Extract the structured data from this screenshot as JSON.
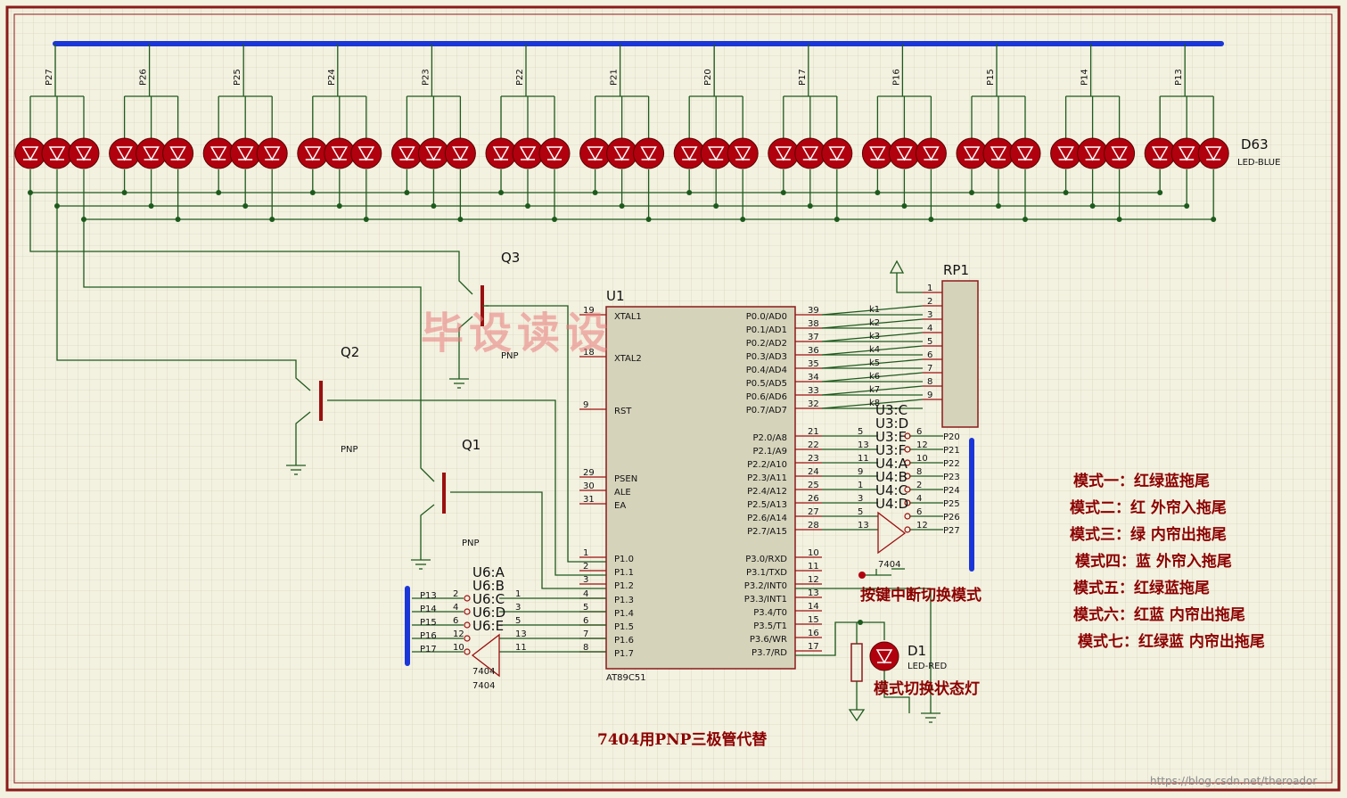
{
  "led_rows": {
    "pin_labels": [
      "P27",
      "P26",
      "P25",
      "P24",
      "P23",
      "P22",
      "P21",
      "P20",
      "P17",
      "P16",
      "P15",
      "P14",
      "P13"
    ],
    "trailing_label": "D63",
    "trailing_sub": "LED-BLUE"
  },
  "transistors": [
    {
      "ref": "Q3",
      "type": "PNP"
    },
    {
      "ref": "Q2",
      "type": "PNP"
    },
    {
      "ref": "Q1",
      "type": "PNP"
    }
  ],
  "mcu": {
    "ref": "U1",
    "part": "AT89C51",
    "left_pins": [
      {
        "num": "19",
        "name": "XTAL1"
      },
      {
        "num": "18",
        "name": "XTAL2"
      },
      {
        "num": "9",
        "name": "RST"
      },
      {
        "num": "29",
        "name": "PSEN"
      },
      {
        "num": "30",
        "name": "ALE"
      },
      {
        "num": "31",
        "name": "EA"
      },
      {
        "num": "1",
        "name": "P1.0"
      },
      {
        "num": "2",
        "name": "P1.1"
      },
      {
        "num": "3",
        "name": "P1.2"
      },
      {
        "num": "4",
        "name": "P1.3"
      },
      {
        "num": "5",
        "name": "P1.4"
      },
      {
        "num": "6",
        "name": "P1.5"
      },
      {
        "num": "7",
        "name": "P1.6"
      },
      {
        "num": "8",
        "name": "P1.7"
      }
    ],
    "right_pins": [
      {
        "num": "39",
        "name": "P0.0/AD0"
      },
      {
        "num": "38",
        "name": "P0.1/AD1"
      },
      {
        "num": "37",
        "name": "P0.2/AD2"
      },
      {
        "num": "36",
        "name": "P0.3/AD3"
      },
      {
        "num": "35",
        "name": "P0.4/AD4"
      },
      {
        "num": "34",
        "name": "P0.5/AD5"
      },
      {
        "num": "33",
        "name": "P0.6/AD6"
      },
      {
        "num": "32",
        "name": "P0.7/AD7"
      },
      {
        "num": "21",
        "name": "P2.0/A8"
      },
      {
        "num": "22",
        "name": "P2.1/A9"
      },
      {
        "num": "23",
        "name": "P2.2/A10"
      },
      {
        "num": "24",
        "name": "P2.3/A11"
      },
      {
        "num": "25",
        "name": "P2.4/A12"
      },
      {
        "num": "26",
        "name": "P2.5/A13"
      },
      {
        "num": "27",
        "name": "P2.6/A14"
      },
      {
        "num": "28",
        "name": "P2.7/A15"
      },
      {
        "num": "10",
        "name": "P3.0/RXD"
      },
      {
        "num": "11",
        "name": "P3.1/TXD"
      },
      {
        "num": "12",
        "name": "P3.2/INT0"
      },
      {
        "num": "13",
        "name": "P3.3/INT1"
      },
      {
        "num": "14",
        "name": "P3.4/T0"
      },
      {
        "num": "15",
        "name": "P3.5/T1"
      },
      {
        "num": "16",
        "name": "P3.6/WR"
      },
      {
        "num": "17",
        "name": "P3.7/RD"
      }
    ]
  },
  "rp1": {
    "ref": "RP1",
    "pins": [
      "1",
      "2",
      "3",
      "4",
      "5",
      "6",
      "7",
      "8",
      "9"
    ],
    "nets": [
      "k1",
      "k2",
      "k3",
      "k4",
      "k5",
      "k6",
      "k7",
      "k8"
    ]
  },
  "u3u4": {
    "gates": [
      "U3:C",
      "U3:D",
      "U3:E",
      "U3:F",
      "U4:A",
      "U4:B",
      "U4:C",
      "U4:D"
    ],
    "in_pins": [
      "5",
      "13",
      "11",
      "9",
      "1",
      "3",
      "5",
      "13"
    ],
    "out_pins": [
      "6",
      "12",
      "10",
      "8",
      "2",
      "4",
      "6",
      "12"
    ],
    "outputs": [
      "P20",
      "P21",
      "P22",
      "P23",
      "P24",
      "P25",
      "P26",
      "P27"
    ],
    "part": "7404"
  },
  "u6": {
    "gates": [
      "U6:A",
      "U6:B",
      "U6:C",
      "U6:D",
      "U6:E"
    ],
    "inputs": [
      "P13",
      "P14",
      "P15",
      "P16",
      "P17"
    ],
    "in_pins": [
      "2",
      "4",
      "6",
      "12",
      "10"
    ],
    "out_pins": [
      "1",
      "3",
      "5",
      "13",
      "11"
    ],
    "part": "7404"
  },
  "button_label": "按键中断切换模式",
  "d1": {
    "ref": "D1",
    "part": "LED-RED",
    "label": "模式切换状态灯"
  },
  "caption": "7404用PNP三极管代替",
  "watermark": "毕设读设",
  "footer_url": "https://blog.csdn.net/theroador",
  "modes": [
    "模式一：红绿蓝拖尾",
    "模式二：红  外帘入拖尾",
    "模式三：绿  内帘出拖尾",
    "模式四：蓝  外帘入拖尾",
    "模式五：红绿蓝拖尾",
    "模式六：红蓝  内帘出拖尾",
    "模式七：红绿蓝  内帘出拖尾"
  ],
  "colors": {
    "wire": "#1d5a1d",
    "bus": "#1a36d8",
    "led": "#b1000e",
    "pin": "#9a1010",
    "border": "#8b1a1a",
    "mode_text": "#8b0000"
  }
}
